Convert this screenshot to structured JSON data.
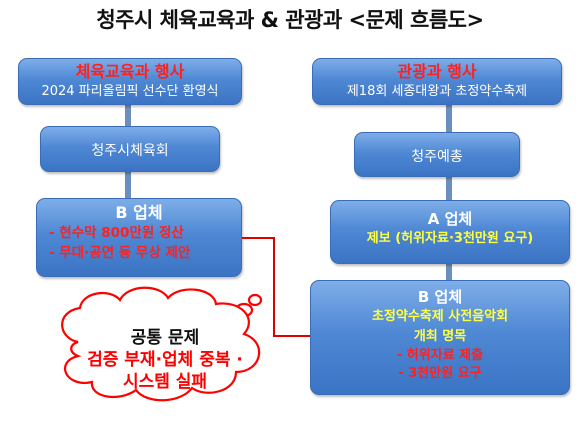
{
  "title": "청주시 체육교육과 & 관광과  <문제 흐름도>",
  "left": {
    "event_label": "체육교육과 행사",
    "event_name": "2024 파리올림픽 선수단 환영식",
    "org": "청주시체육회",
    "vendor_title": "B 업체",
    "vendor_items": [
      "- 현수막 800만원 정산",
      "- 무대·공연 등 무상 제안"
    ]
  },
  "right": {
    "event_label": "관광과 행사",
    "event_name": "제18회 세종대왕과 초정약수축제",
    "org": "청주예총",
    "vendor_a_title": "A 업체",
    "vendor_a_item": "제보 (허위자료·3천만원 요구)",
    "vendor_b_title": "B 업체",
    "vendor_b_lines": [
      "초정약수축제 사전음악회",
      "개최 명목"
    ],
    "vendor_b_items": [
      "- 허위자료 제출",
      "- 3천만원 요구"
    ]
  },
  "cloud": {
    "title": "공통 문제",
    "lines": [
      "검증 부재·업체 중복 ·",
      "시스템 실패"
    ]
  },
  "colors": {
    "box_blue": "#4f88d4",
    "red": "#ff0000",
    "yellow": "#ffff40",
    "cloud_border": "#ff0000"
  }
}
